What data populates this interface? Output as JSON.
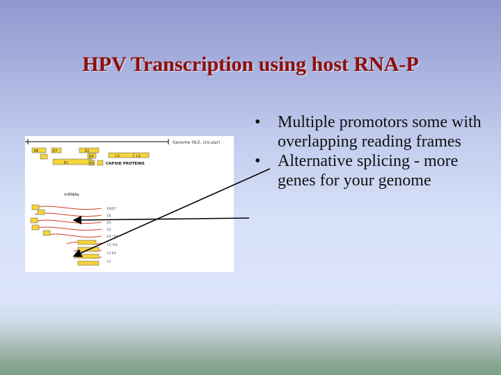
{
  "slide": {
    "title": "HPV Transcription using host RNA-P",
    "bullets": [
      "Multiple promotors some with overlapping reading frames",
      "Alternative splicing - more genes for your genome"
    ]
  },
  "diagram": {
    "genome_label": "Genome (N.E. circular)",
    "gene_labels": [
      "E1",
      "E2",
      "E6",
      "E7",
      "E4",
      "E5",
      "L2",
      "L1"
    ],
    "capsid_label": "CAPSID PROTEINS",
    "mrnas_label": "mRNAs",
    "transcript_labels": [
      "E6/E7",
      "E4",
      "E5",
      "E2",
      "E1^E4",
      "L1^E4",
      "L2 E4",
      "L1"
    ],
    "colors": {
      "gene_box": "#f5d33b",
      "promoter": "#d04020",
      "arrow": "#000000"
    }
  }
}
